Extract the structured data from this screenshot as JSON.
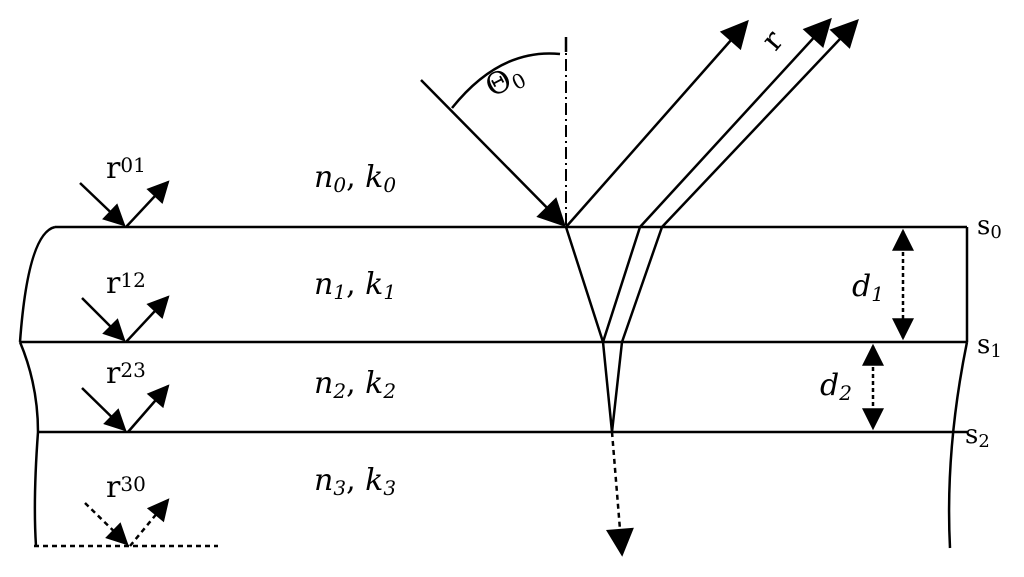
{
  "diagram": {
    "angle": {
      "symbol": "Θ",
      "sub": "0"
    },
    "reflected_label": "r",
    "interfaces": [
      {
        "name": "s",
        "sub": "0"
      },
      {
        "name": "s",
        "sub": "1"
      },
      {
        "name": "s",
        "sub": "2"
      }
    ],
    "layers": [
      {
        "n": "n",
        "nsub": "0",
        "k": "k",
        "ksub": "0"
      },
      {
        "n": "n",
        "nsub": "1",
        "k": "k",
        "ksub": "1"
      },
      {
        "n": "n",
        "nsub": "2",
        "k": "k",
        "ksub": "2"
      },
      {
        "n": "n",
        "nsub": "3",
        "k": "k",
        "ksub": "3"
      }
    ],
    "coefficients": [
      {
        "name": "r",
        "sub": "01"
      },
      {
        "name": "r",
        "sub": "12"
      },
      {
        "name": "r",
        "sub": "23"
      },
      {
        "name": "r",
        "sub": "30"
      }
    ],
    "thicknesses": [
      {
        "name": "d",
        "sub": "1"
      },
      {
        "name": "d",
        "sub": "2"
      }
    ],
    "separator": ","
  }
}
